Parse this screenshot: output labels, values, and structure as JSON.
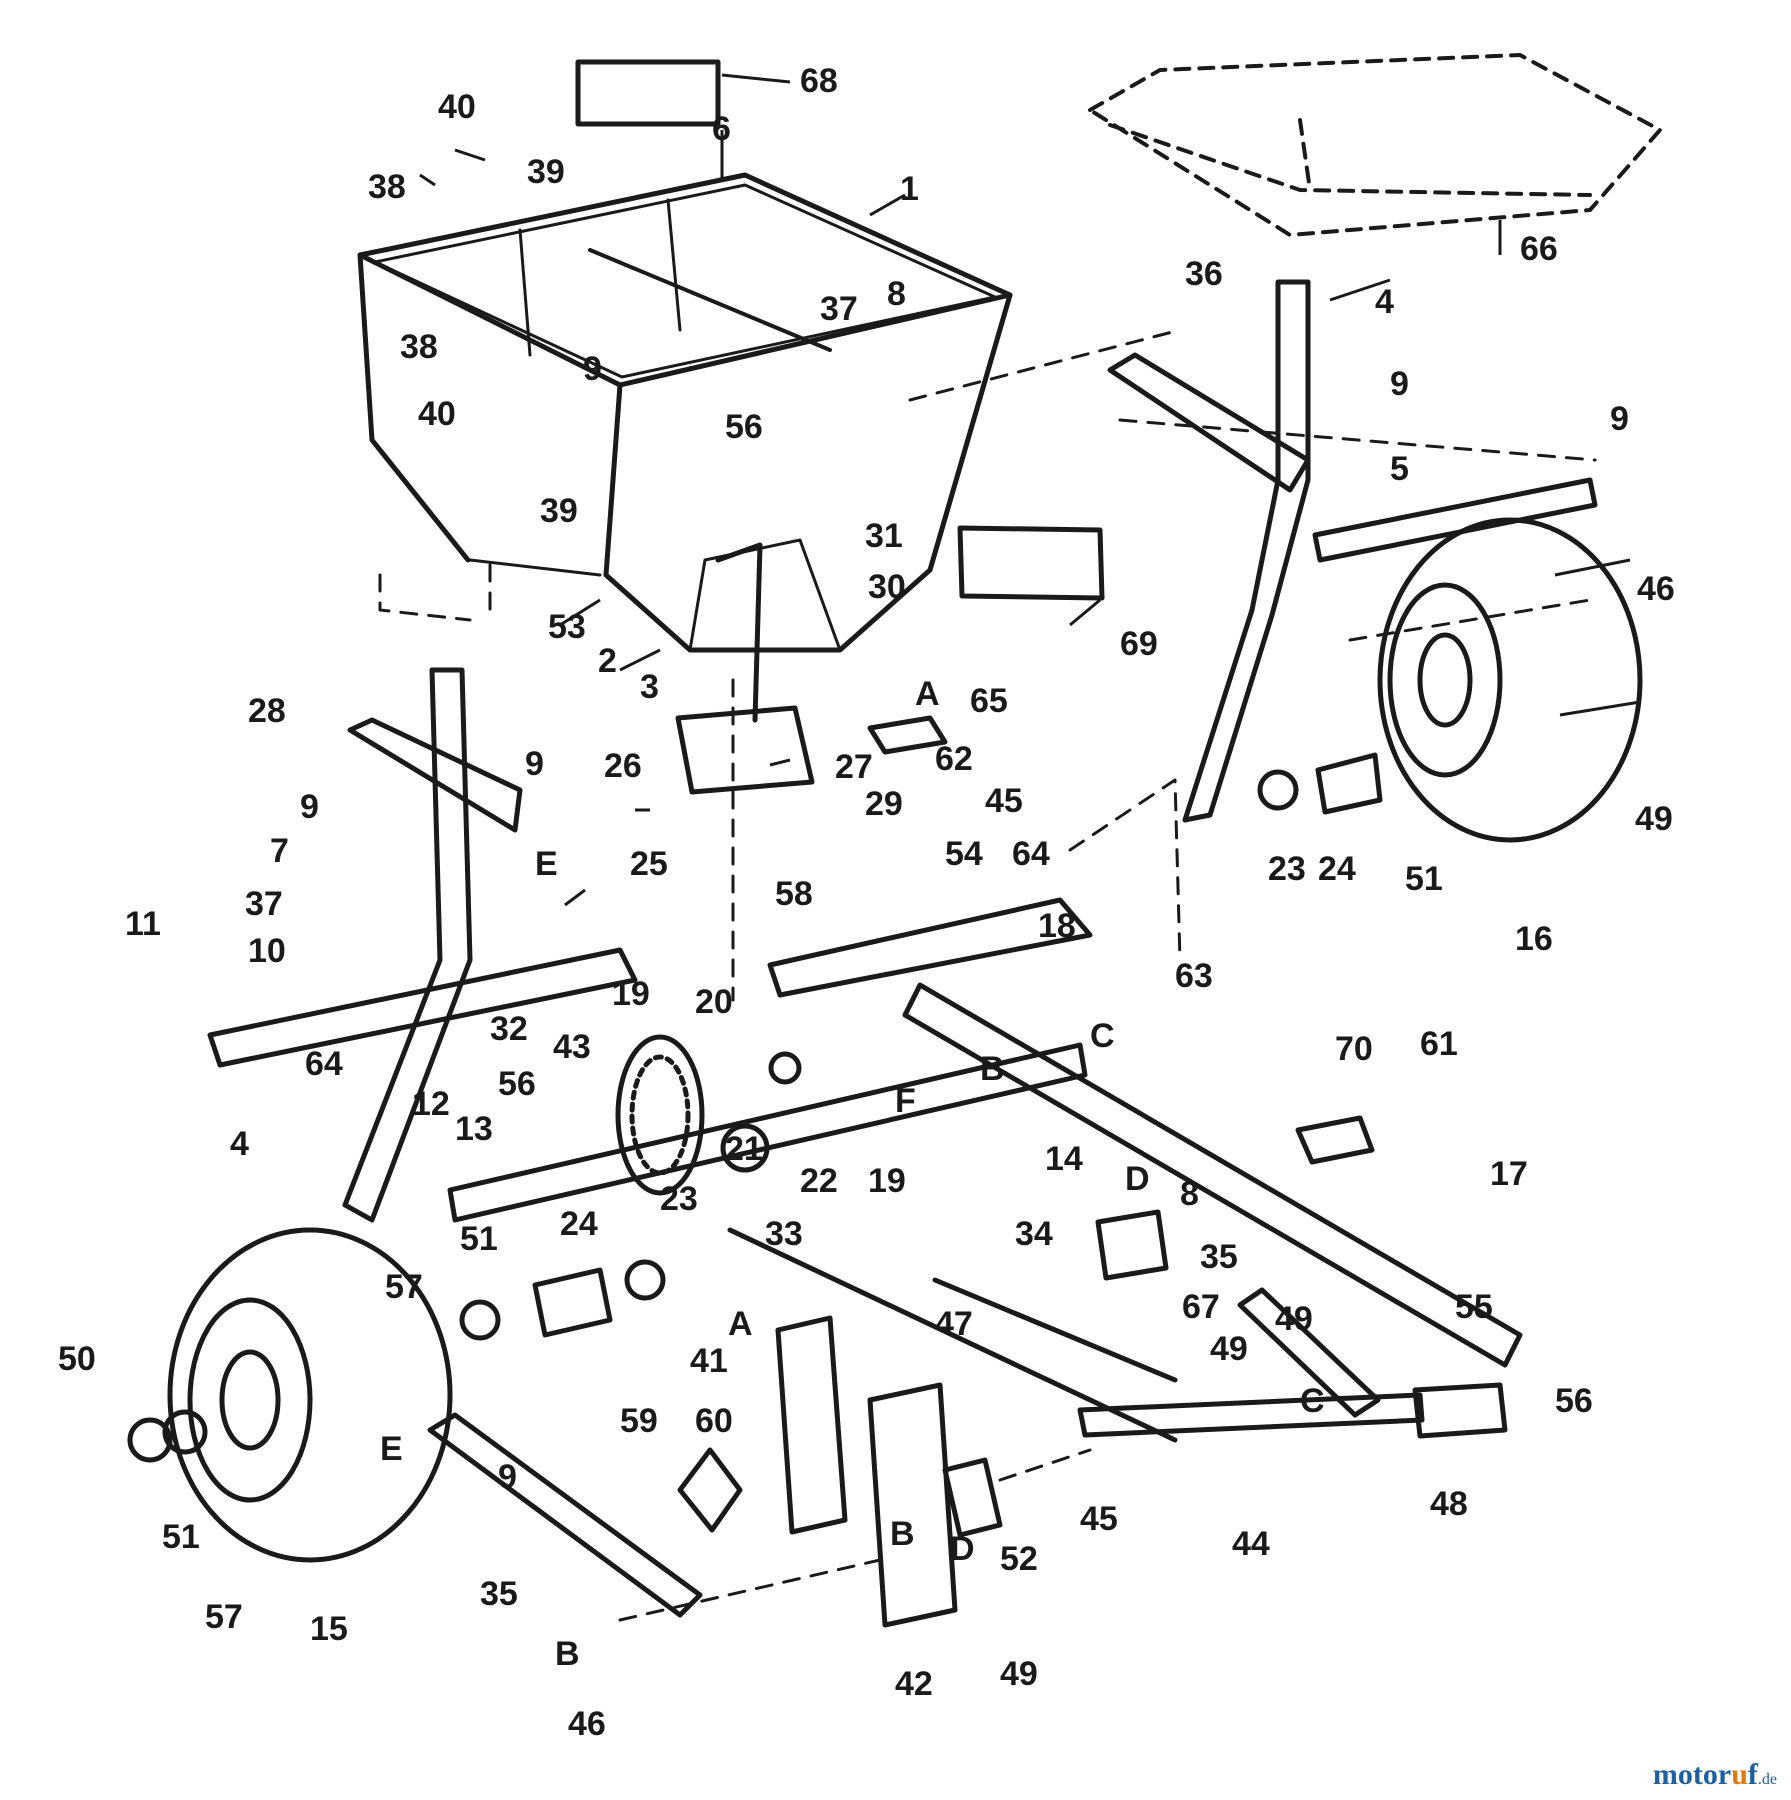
{
  "diagram": {
    "labels": [
      "1",
      "2",
      "3",
      "4",
      "5",
      "6",
      "7",
      "8",
      "9",
      "10",
      "11",
      "12",
      "13",
      "14",
      "15",
      "16",
      "17",
      "18",
      "19",
      "20",
      "21",
      "22",
      "23",
      "24",
      "25",
      "26",
      "27",
      "28",
      "29",
      "30",
      "31",
      "32",
      "33",
      "34",
      "35",
      "36",
      "37",
      "38",
      "39",
      "40",
      "41",
      "42",
      "43",
      "44",
      "45",
      "46",
      "47",
      "48",
      "49",
      "50",
      "51",
      "52",
      "53",
      "54",
      "55",
      "56",
      "57",
      "58",
      "59",
      "60",
      "61",
      "62",
      "63",
      "64",
      "65",
      "66",
      "67",
      "68",
      "69",
      "70",
      "A",
      "B",
      "C",
      "D",
      "E",
      "F"
    ]
  },
  "watermark": {
    "brand": "motor",
    "accent": "u",
    "brand2": "f",
    "tld": ".de"
  },
  "colors": {
    "ink": "#1a1a1a",
    "brand": "#1f5f9e",
    "accent": "#e07a10"
  }
}
